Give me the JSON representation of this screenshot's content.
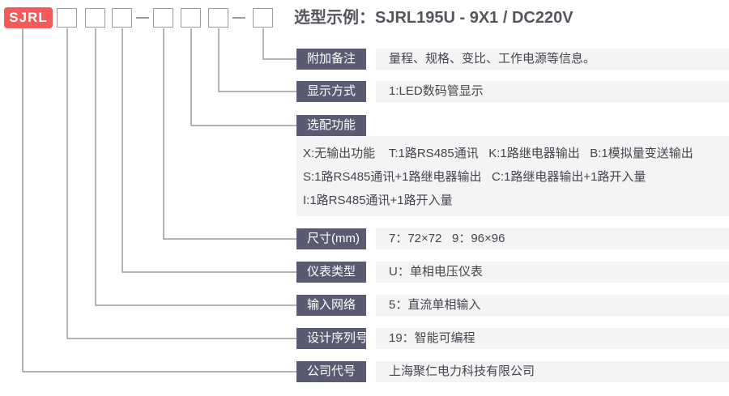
{
  "brand": {
    "code": "SJRL"
  },
  "title": {
    "label": "选型示例：",
    "example": "SJRL195U - 9X1 / DC220V"
  },
  "model_pattern": {
    "groups": [
      3,
      3,
      1
    ],
    "separator": "-",
    "box_count": 7
  },
  "rows": {
    "remark": {
      "label": "附加备注",
      "value": "量程、规格、变比、工作电源等信息。"
    },
    "display": {
      "label": "显示方式",
      "value": "1:LED数码管显示"
    },
    "optional": {
      "label": "选配功能",
      "options": [
        "X:无输出功能    T:1路RS485通讯   K:1路继电器输出   B:1模拟量变送输出",
        "S:1路RS485通讯+1路继电器输出   C:1路继电器输出+1路开入量",
        "I:1路RS485通讯+1路开入量"
      ]
    },
    "size": {
      "label": "尺寸(mm)",
      "value": "7：72×72   9：96×96"
    },
    "type": {
      "label": "仪表类型",
      "value": "U：单相电压仪表"
    },
    "input": {
      "label": "输入网络",
      "value": "5：直流单相输入"
    },
    "series": {
      "label": "设计序列号",
      "value": "19：智能可编程"
    },
    "company": {
      "label": "公司代号",
      "value": "上海聚仁电力科技有限公司"
    }
  },
  "colors": {
    "brand_red": "#f15b5b",
    "badge_slate": "#5a5a72",
    "row_bg": "#f4f4f5",
    "line_gray": "#9b9b9b",
    "text_dark": "#45454e"
  }
}
